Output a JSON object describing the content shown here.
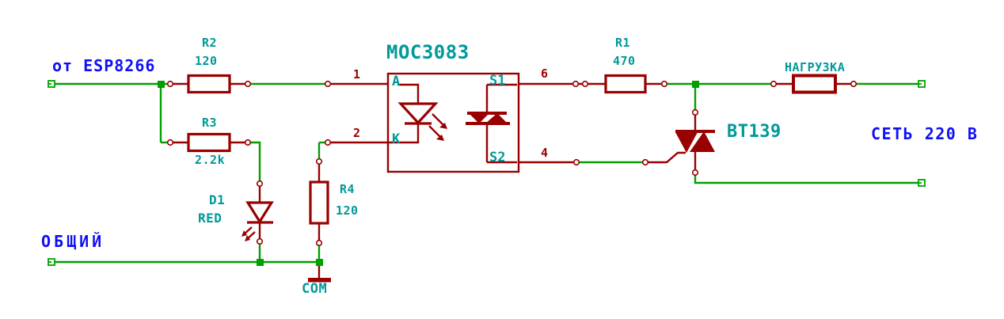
{
  "colors": {
    "wire": "#00A000",
    "symbol": "#990000",
    "field": "#009999",
    "label": "#0F0FF5",
    "bg": "#FFFFFF"
  },
  "net_labels": {
    "input": "от ESP8266",
    "common": "ОБЩИЙ",
    "mains": "СЕТЬ 220 В"
  },
  "components": {
    "r2": {
      "ref": "R2",
      "value": "120"
    },
    "r3": {
      "ref": "R3",
      "value": "2.2k"
    },
    "r1": {
      "ref": "R1",
      "value": "470"
    },
    "r4": {
      "ref": "R4",
      "value": "120"
    },
    "load": {
      "value": "НАГРУЗКА"
    },
    "d1": {
      "ref": "D1",
      "value": "RED"
    },
    "opto": {
      "name": "MOC3083",
      "pin_numbers": {
        "anode": "1",
        "cathode": "2",
        "s1": "6",
        "s2": "4"
      },
      "pin_names": {
        "anode": "A",
        "cathode": "K",
        "s1": "S1",
        "s2": "S2"
      }
    },
    "triac": {
      "name": "BT139"
    },
    "ground": {
      "label": "COM"
    }
  }
}
